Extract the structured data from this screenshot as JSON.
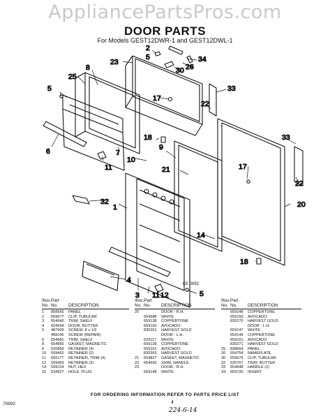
{
  "watermark": "AppliancePartsPros.com",
  "header": {
    "title": "DOOR PARTS",
    "subtitle": "For Models GEST12DWR-1 and GEST12DWL-1"
  },
  "callouts": [
    "2",
    "5",
    "34",
    "26",
    "8",
    "25",
    "30",
    "23",
    "5",
    "17",
    "33",
    "22",
    "6",
    "7",
    "11",
    "10",
    "18",
    "9",
    "33",
    "21",
    "17",
    "22",
    "32",
    "1",
    "20",
    "14",
    "18",
    "4",
    "3",
    "11",
    "12",
    "5"
  ],
  "stamp_code": "KE 0692",
  "legend": {
    "header": {
      "illus": "Illus.",
      "part": "Part",
      "no": "No.",
      "no2": "No.",
      "description": "DESCRIPTION"
    },
    "col1": [
      [
        "1",
        "858665",
        "PANEL"
      ],
      [
        "2",
        "659677",
        "CLIP, TUBULAR"
      ],
      [
        "3",
        "654640",
        "TRIM, SHELF"
      ],
      [
        "4",
        "654654",
        "DOOR, BUTTER"
      ],
      [
        "5",
        "487909",
        "SCREW, 8 x 1/2"
      ],
      [
        "",
        "488146",
        "SCREW (REPAIR)"
      ],
      [
        "6",
        "654681",
        "TRIM, SHELF"
      ],
      [
        "8",
        "654855",
        "GASKET, MAGNETIC"
      ],
      [
        "9",
        "520869",
        "RETAINER (4)"
      ],
      [
        "10",
        "509462",
        "RETAINER (2)"
      ],
      [
        "11",
        "655177",
        "RETAINER, TRIM (4)"
      ],
      [
        "12",
        "509463",
        "RETAINER (2)"
      ],
      [
        "14",
        "599124",
        "NUT, HEX"
      ],
      [
        "15",
        "534927",
        "HOLE, PLUG"
      ]
    ],
    "col2": [
      [
        "20",
        "",
        "DOOR - R.H."
      ],
      [
        "",
        "654586",
        "WHITE"
      ],
      [
        "",
        "659138",
        "COPPERTONE"
      ],
      [
        "",
        "659160",
        "AVOCADO"
      ],
      [
        "",
        "835361",
        "HARVEST GOLD"
      ],
      [
        "",
        "",
        "DOOR - L.H."
      ],
      [
        "",
        "629117",
        "WHITE"
      ],
      [
        "",
        "659139",
        "COPPERTONE"
      ],
      [
        "",
        "659161",
        "AVOCADO"
      ],
      [
        "",
        "835363",
        "HARVEST GOLD"
      ],
      [
        "21",
        "654827",
        "GASKET, MAGNETIC"
      ],
      [
        "22",
        "654693",
        "SHIM, HANDLE"
      ],
      [
        "23",
        "",
        "DOOR - R.H."
      ],
      [
        "",
        "659148",
        "WHITE"
      ]
    ],
    "col3": [
      [
        "",
        "659148",
        "COPPERTONE"
      ],
      [
        "",
        "659150",
        "AVOCADO"
      ],
      [
        "",
        "835270",
        "HARVEST GOLD"
      ],
      [
        "",
        "",
        "DOOR - L.H."
      ],
      [
        "",
        "659147",
        "WHITE"
      ],
      [
        "",
        "659149",
        "COPPERTONE"
      ],
      [
        "",
        "659151",
        "AVOCADO"
      ],
      [
        "",
        "835271",
        "HARVEST GOLD"
      ],
      [
        "25",
        "838664",
        "PANEL"
      ],
      [
        "26",
        "654754",
        "NAMEPLATE"
      ],
      [
        "30",
        "659676",
        "CLIP, TUBULAR"
      ],
      [
        "32",
        "520767",
        "TRAY, BUTTER"
      ],
      [
        "33",
        "654648",
        "HANDLE (2)"
      ],
      [
        "34",
        "659720",
        "INSERT"
      ]
    ]
  },
  "footer": {
    "note": "FOR ORDERING INFORMATION REFER TO PARTS PRICE LIST",
    "code": "70692",
    "page": "4",
    "handwritten": "224-6-14"
  }
}
